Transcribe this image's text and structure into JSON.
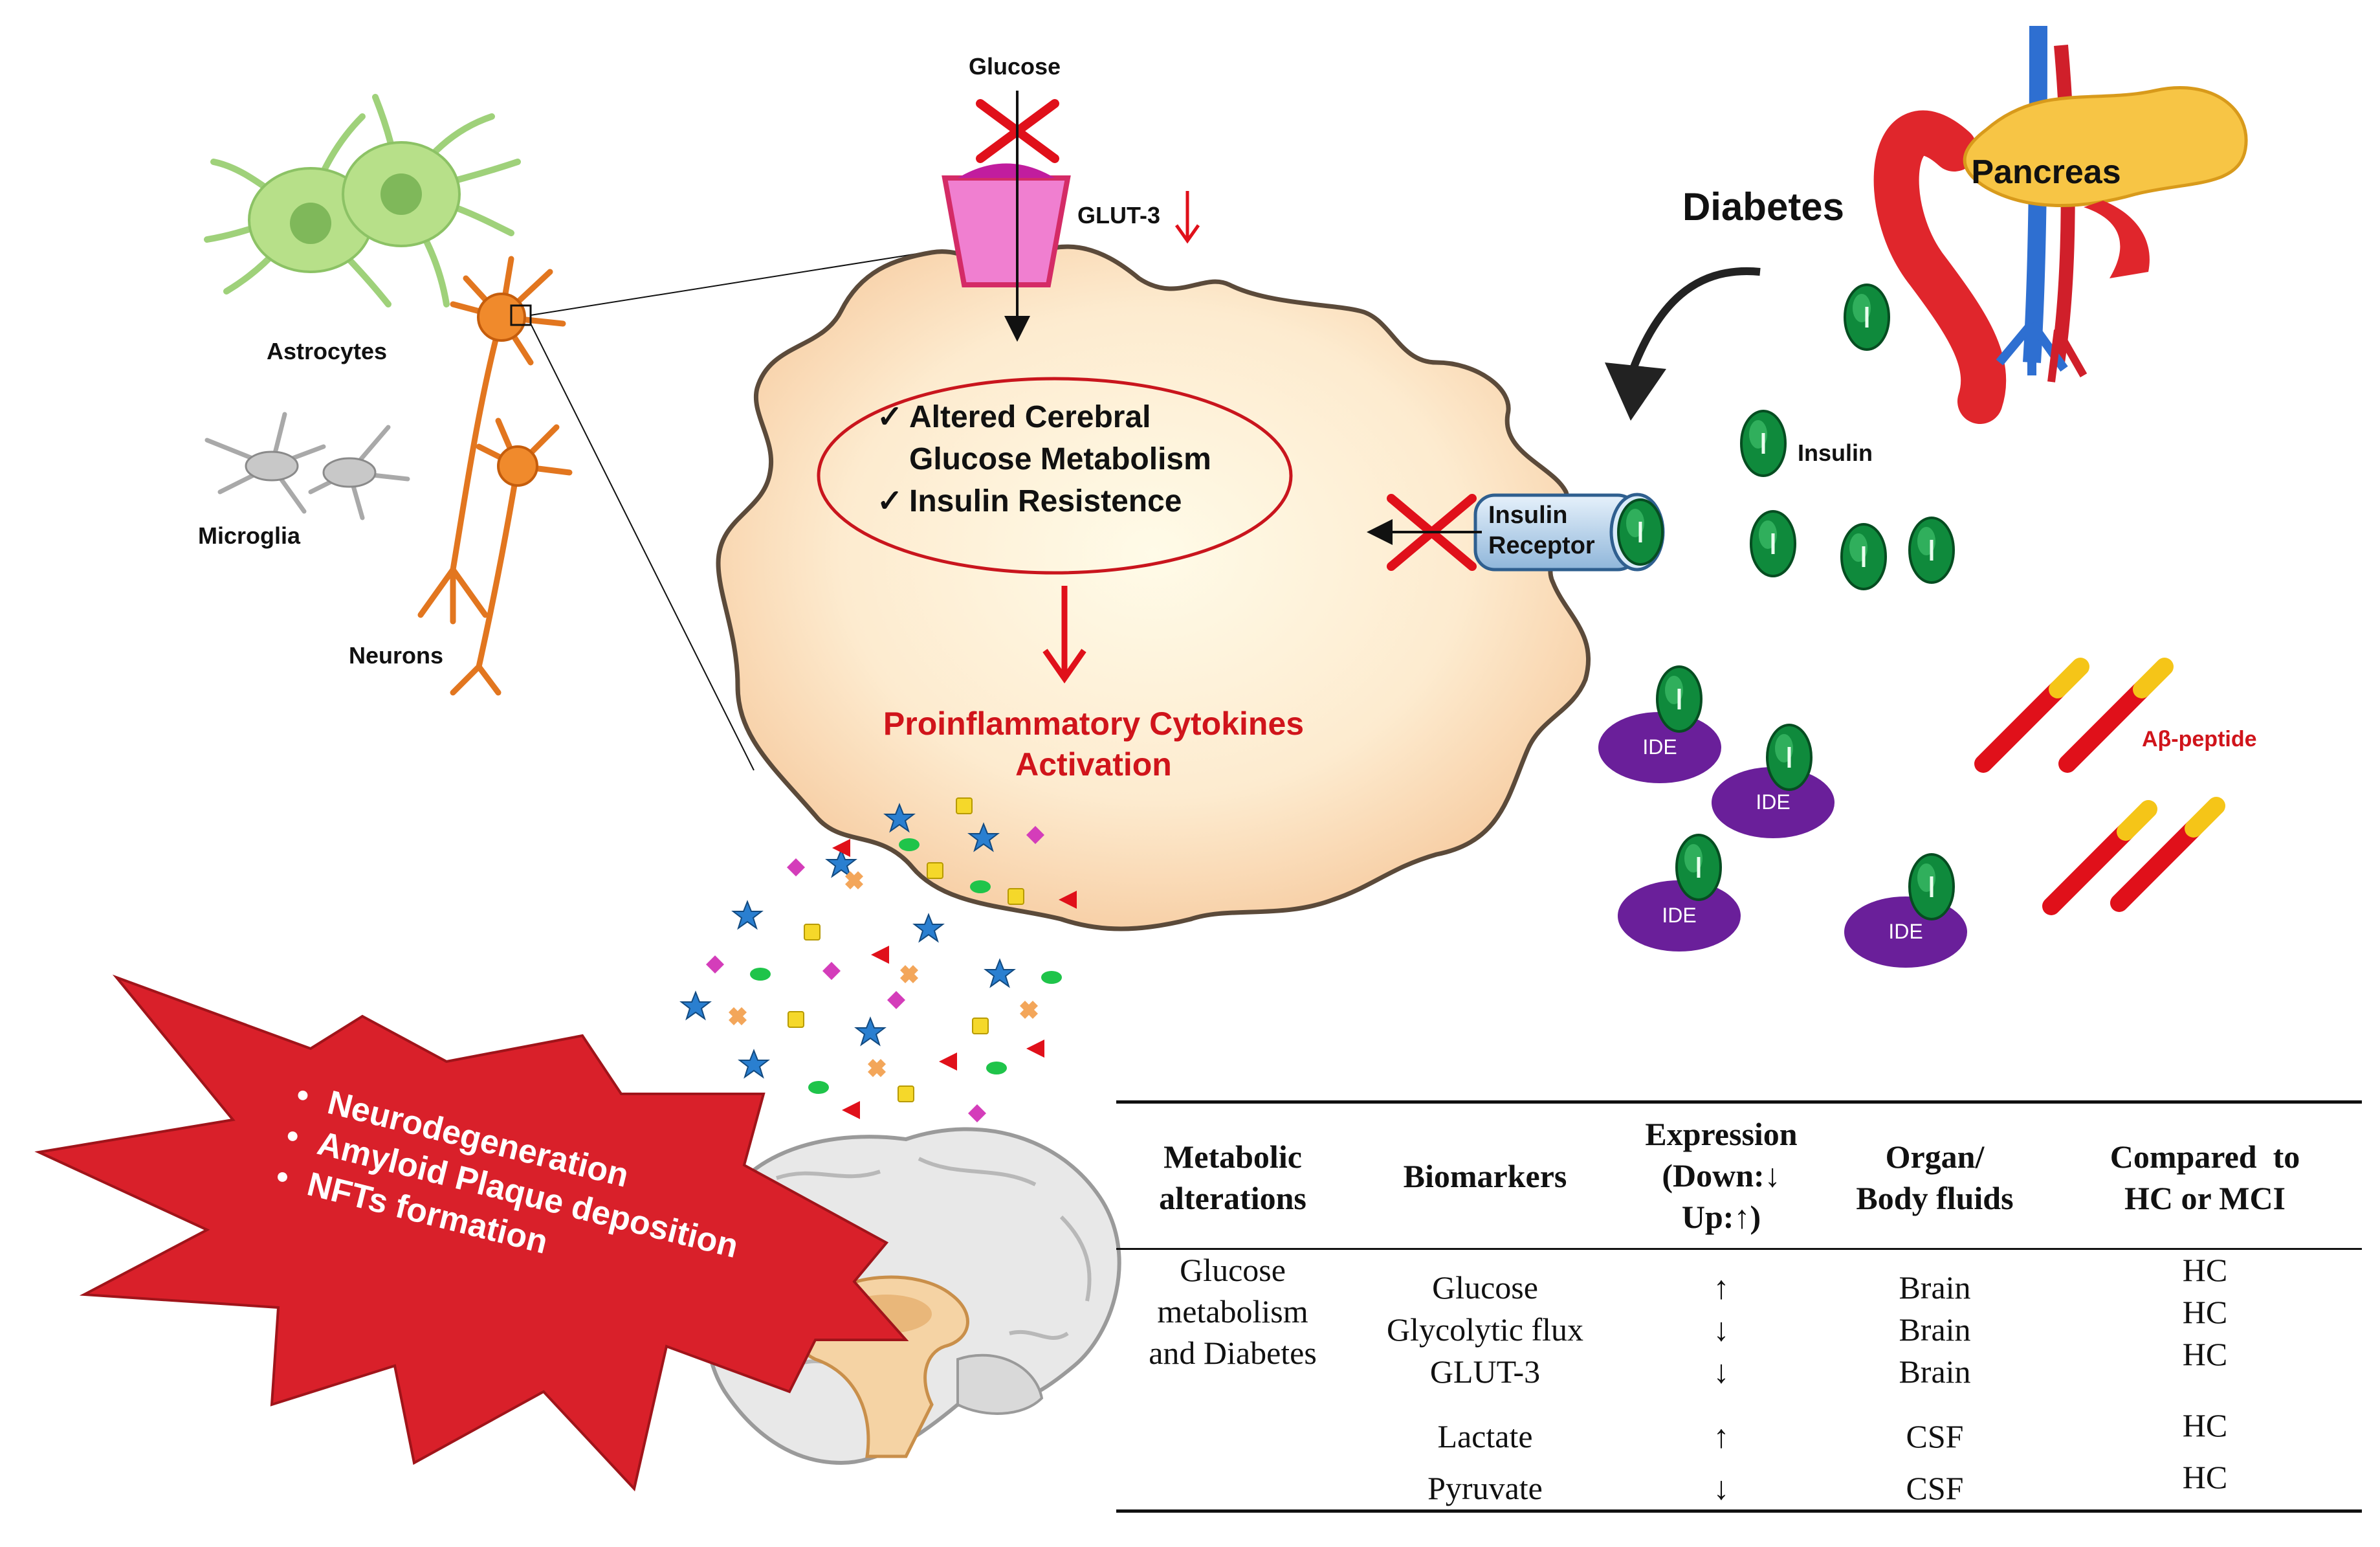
{
  "cell_labels": {
    "astrocytes": "Astrocytes",
    "microglia": "Microglia",
    "neurons": "Neurons"
  },
  "glucose_label": "Glucose",
  "glut3_label": "GLUT-3",
  "neuron_box": {
    "check_1_line1": "Altered Cerebral",
    "check_1_line2": "Glucose Metabolism",
    "check_2": "Insulin Resistence",
    "outcome_line1": "Proinflammatory Cytokines",
    "outcome_line2": "Activation"
  },
  "diabetes_label": "Diabetes",
  "pancreas_label": "Pancreas",
  "insulin_label": "Insulin",
  "insulin_receptor_line1": "Insulin",
  "insulin_receptor_line2": "Receptor",
  "ide_label": "IDE",
  "abeta_label": "Aβ-peptide",
  "burst_items": [
    "Neurodegeneration",
    "Amyloid Plaque deposition",
    "NFTs formation"
  ],
  "colors": {
    "accent_red": "#d0141b",
    "neuron_fill": "#fce6cc",
    "insulin_green": "#0f8a3c",
    "ide_purple": "#6a1f9a",
    "receptor_blue": "#bcd8f2"
  },
  "table": {
    "headers": [
      [
        "Metabolic",
        "alterations"
      ],
      [
        "Biomarkers"
      ],
      [
        "Expression",
        "(Down:↓",
        "Up:↑)"
      ],
      [
        "Organ/",
        "Body fluids"
      ],
      [
        "Compared  to",
        "HC or MCI"
      ]
    ],
    "category_lines": [
      "Glucose",
      "metabolism",
      "and Diabetes"
    ],
    "rows": [
      {
        "biomarker": "Glucose",
        "expression": "↑",
        "organ": "Brain",
        "compared": "HC"
      },
      {
        "biomarker": "Glycolytic flux",
        "expression": "↓",
        "organ": "Brain",
        "compared": "HC"
      },
      {
        "biomarker": "GLUT-3",
        "expression": "↓",
        "organ": "Brain",
        "compared": "HC"
      },
      {
        "biomarker": "Lactate",
        "expression": "↑",
        "organ": "CSF",
        "compared": "HC"
      },
      {
        "biomarker": "Pyruvate",
        "expression": "↓",
        "organ": "CSF",
        "compared": "HC"
      }
    ]
  }
}
